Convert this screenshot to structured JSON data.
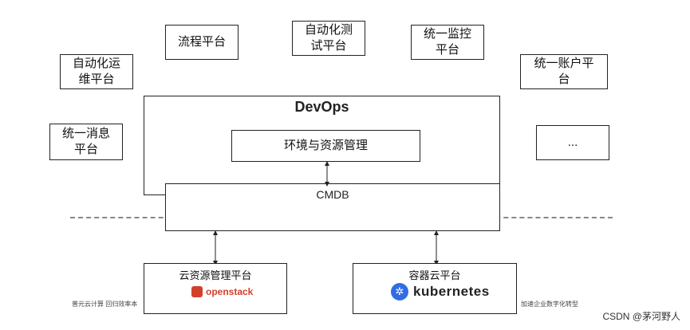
{
  "title": "DevOps",
  "core": {
    "inner": "环境与资源管理",
    "cmdb": "CMDB"
  },
  "platforms": {
    "automation_ops": "自动化运\n维平台",
    "process": "流程平台",
    "auto_test": "自动化测\n试平台",
    "monitoring": "统一监控\n平台",
    "account": "统一账户平\n台",
    "messaging": "统一消息\n平台",
    "more": "..."
  },
  "bottom": {
    "cloud_resource": "云资源管理平台",
    "container_cloud": "容器云平台",
    "openstack_logo": "openstack",
    "kubernetes_logo": "kubernetes"
  },
  "footer": {
    "left": "普元云计算  回归效率本",
    "right": "加速企业数字化转型"
  },
  "watermark": "CSDN @茅河野人",
  "colors": {
    "openstack_red": "#d2402b",
    "kubernetes_blue": "#326ce5",
    "border": "#222222"
  }
}
